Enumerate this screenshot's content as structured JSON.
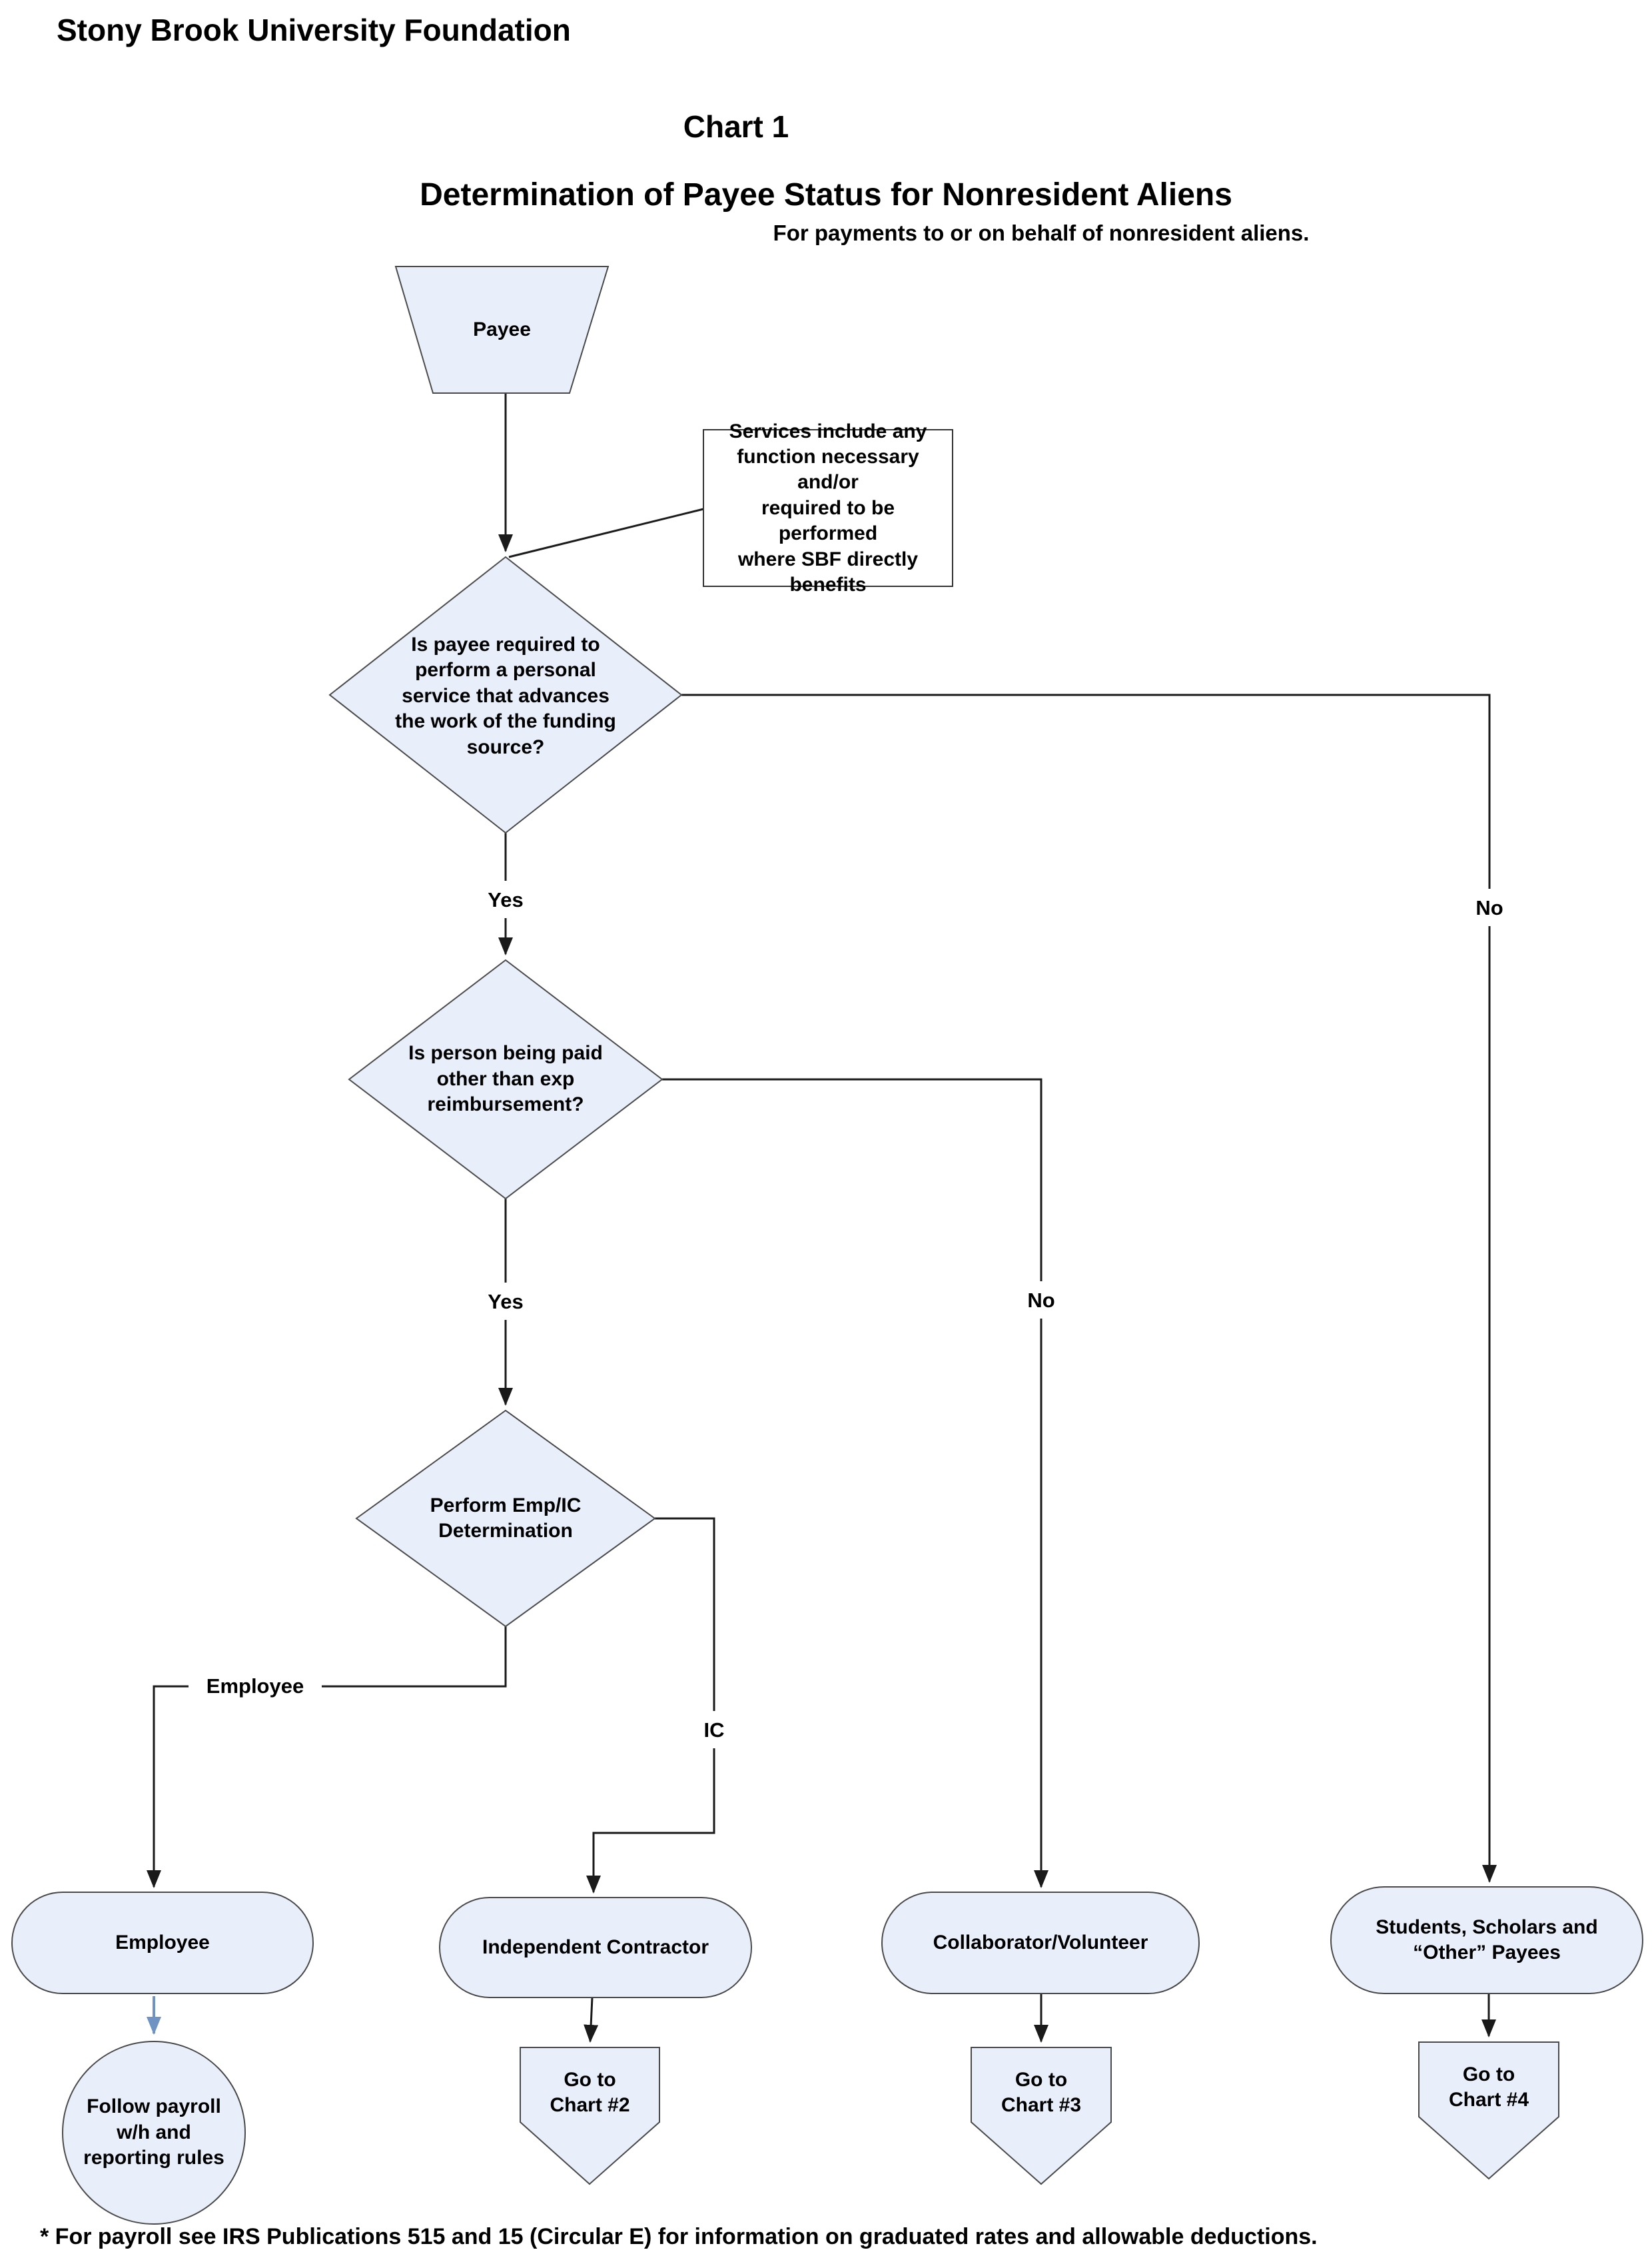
{
  "header": {
    "org": "Stony Brook University Foundation",
    "chart_number": "Chart 1",
    "title": "Determination of Payee Status for Nonresident Aliens",
    "subtitle": "For payments to or on behalf of nonresident aliens."
  },
  "flowchart": {
    "start": "Payee",
    "note": "Services include any\nfunction necessary and/or\nrequired to be performed\nwhere SBF directly\nbenefits",
    "decision1": "Is payee required to\nperform a personal\nservice that advances\nthe work of the funding\nsource?",
    "decision2": "Is person being paid\nother than exp\nreimbursement?",
    "decision3": "Perform Emp/IC\nDetermination",
    "outcome_employee": "Employee",
    "outcome_independent_contractor": "Independent Contractor",
    "outcome_collaborator": "Collaborator/Volunteer",
    "outcome_students": "Students, Scholars and\n“Other” Payees",
    "payroll_circle": "Follow payroll\nw/h and\nreporting rules",
    "goto_chart2": "Go to\nChart #2",
    "goto_chart3": "Go to\nChart #3",
    "goto_chart4": "Go to\nChart #4",
    "edge_labels": {
      "yes1": "Yes",
      "no1": "No",
      "yes2": "Yes",
      "no2": "No",
      "employee": "Employee",
      "ic": "IC"
    }
  },
  "footer": {
    "note": "* For payroll see IRS Publications 515 and 15 (Circular E) for information on graduated rates and allowable deductions."
  },
  "colors": {
    "shape_fill": "#e9effa",
    "shape_border": "#4a4a4a",
    "connector": "#1a1a1a",
    "payroll_arrow": "#6f94c4",
    "text": "#000000",
    "background": "#ffffff"
  }
}
